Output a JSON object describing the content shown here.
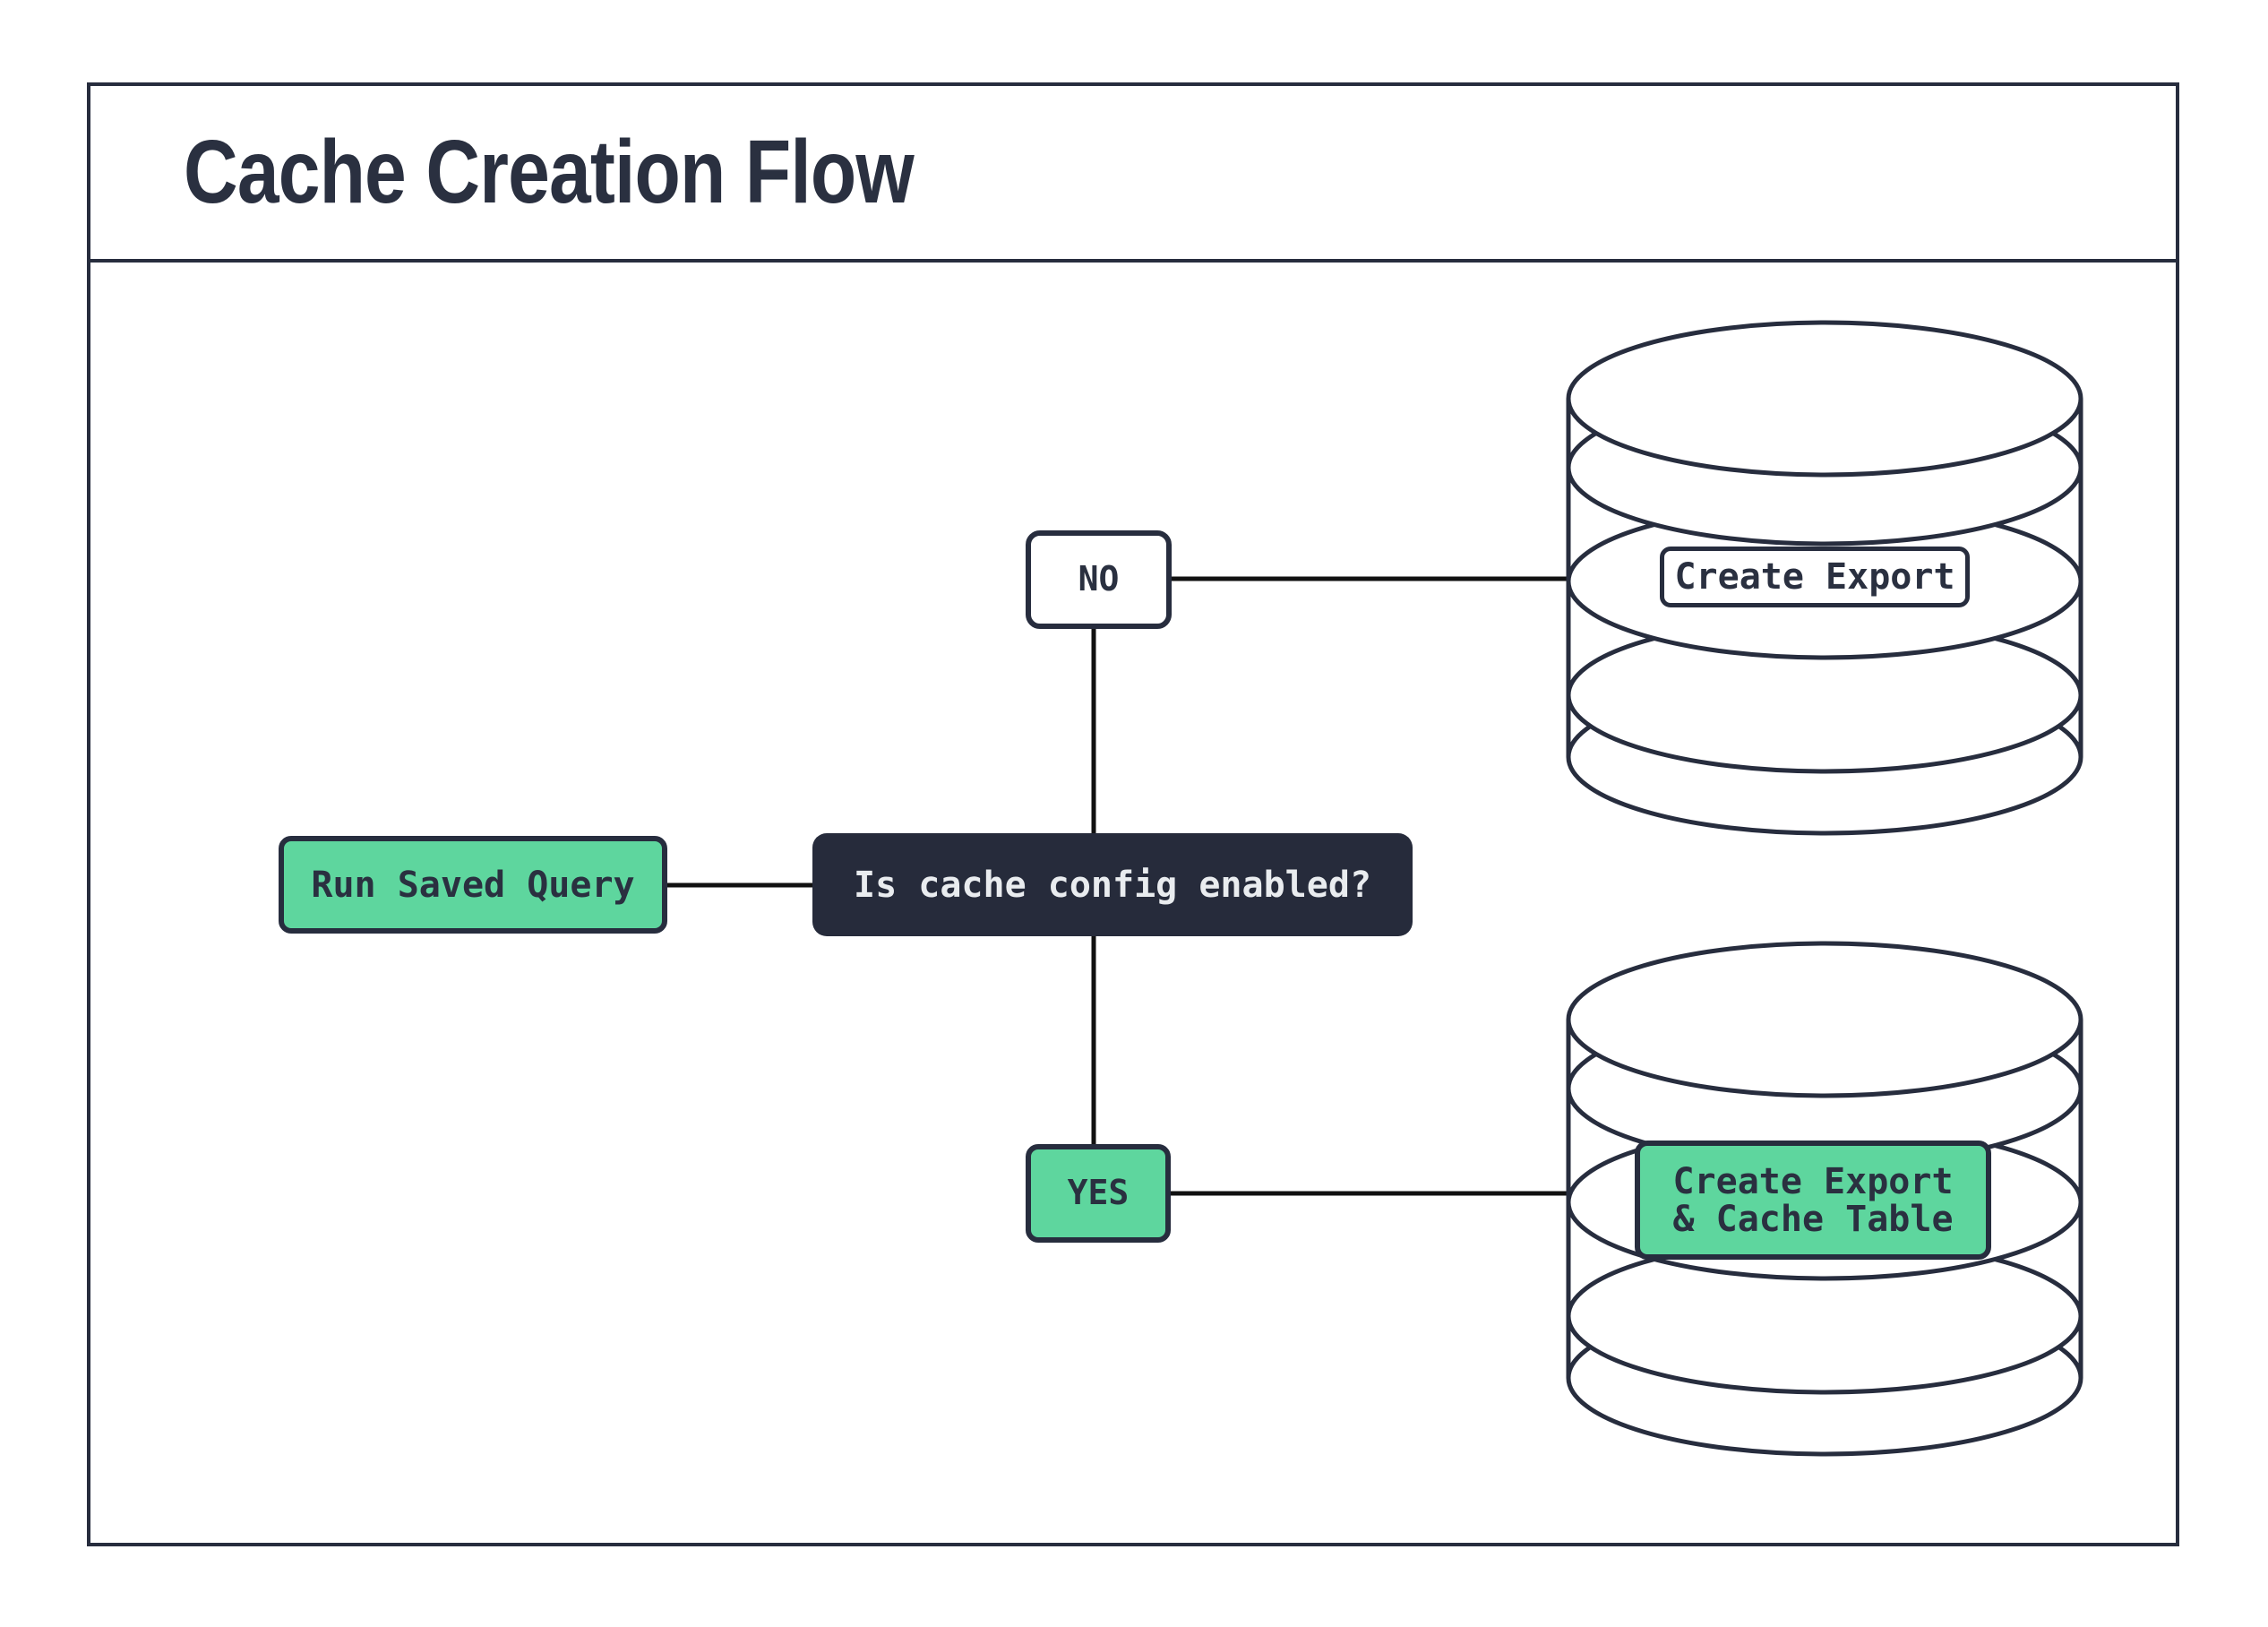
{
  "header": {
    "title": "Cache Creation Flow"
  },
  "flow": {
    "start": {
      "label": "Run Saved Query"
    },
    "decision": {
      "label": "Is cache config enabled?"
    },
    "branch_no": {
      "label": "NO"
    },
    "branch_yes": {
      "label": "YES"
    },
    "outcome_no": {
      "label": "Create Export"
    },
    "outcome_yes": {
      "label": "Create Export\n& Cache Table"
    }
  },
  "colors": {
    "accent_green": "#5ed69e",
    "ink_navy": "#272d3e",
    "decision_bg": "#262b3b",
    "connector_black": "#111111",
    "text_light": "#e9ecef",
    "surface_white": "#ffffff"
  }
}
